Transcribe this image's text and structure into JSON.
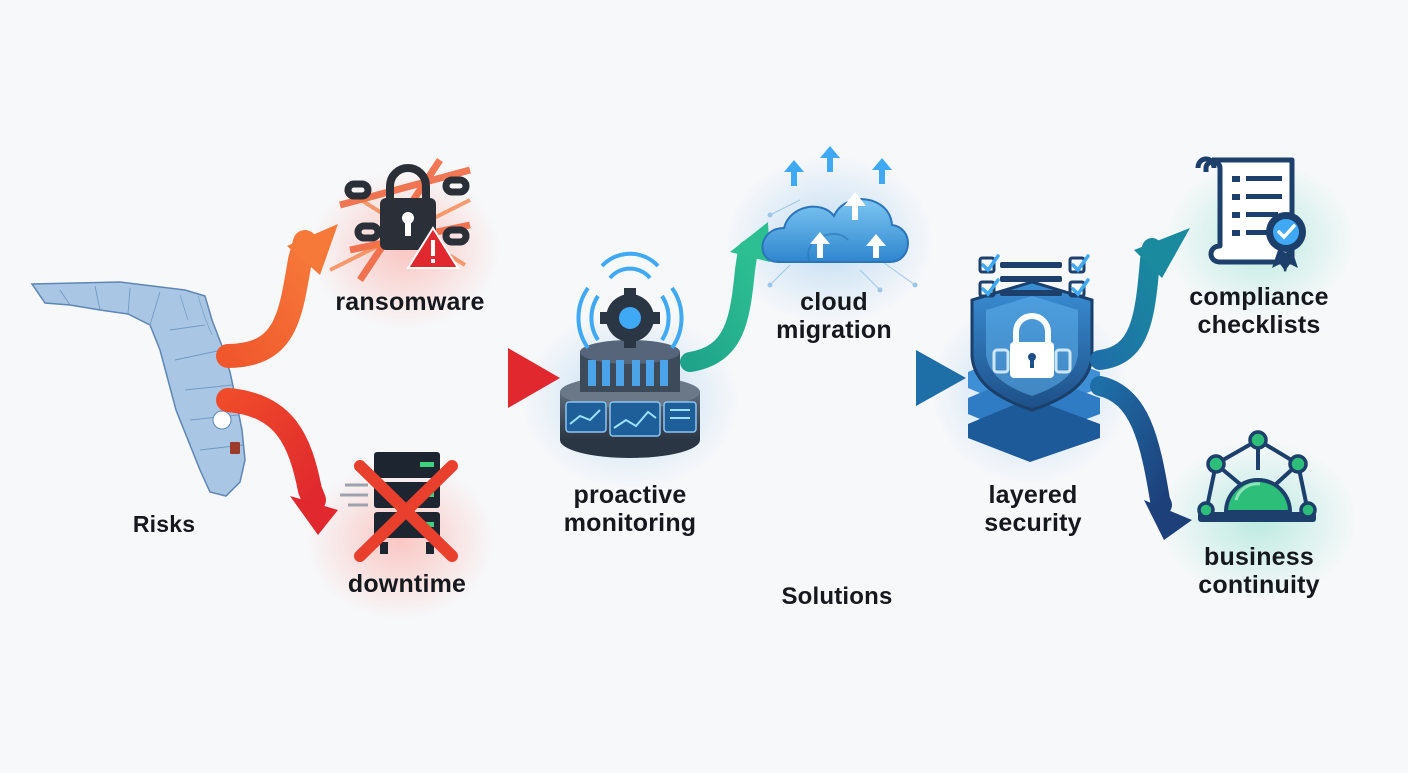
{
  "labels": {
    "risks": "Risks",
    "ransomware": "ransomware",
    "downtime": "downtime",
    "proactive_monitoring": [
      "proactive",
      "monitoring"
    ],
    "cloud_migration": [
      "cloud",
      "migration"
    ],
    "layered_security": [
      "layered",
      "security"
    ],
    "compliance_checklists": [
      "compliance",
      "checklists"
    ],
    "business_continuity": [
      "business",
      "continuity"
    ],
    "solutions": "Solutions"
  },
  "icons": {
    "risk_region": "florida-map-icon",
    "ransomware": "chained-padlock-warning-icon",
    "downtime": "crossed-out-server-icon",
    "monitoring": "monitoring-hub-icon",
    "cloud": "cloud-upload-icon",
    "security": "shield-padlock-icon",
    "compliance": "checklist-certificate-icon",
    "continuity": "network-dome-icon"
  },
  "colors": {
    "risk_orange": "#ef5a2b",
    "risk_red": "#e0282e",
    "solution_teal": "#1fa38a",
    "solution_blue": "#1e6fa8",
    "solution_navy": "#1d4f87",
    "text": "#15181d"
  }
}
